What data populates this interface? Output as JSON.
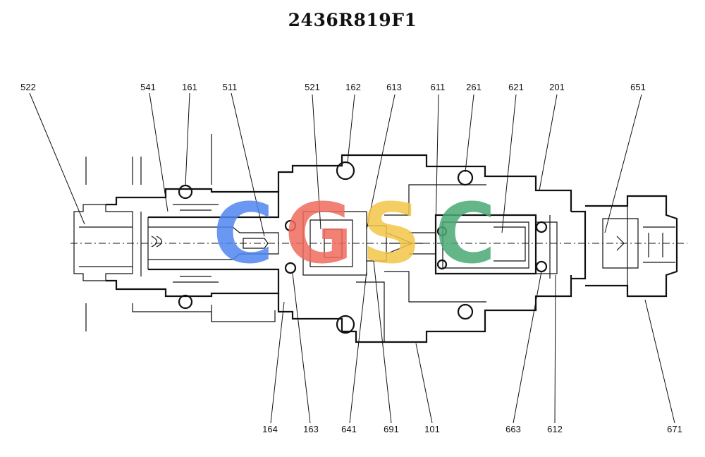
{
  "title": "2436R819F1",
  "watermark": {
    "letters": [
      "C",
      "G",
      "S",
      "C"
    ],
    "colors": [
      "#4f86f0",
      "#ef6a5e",
      "#f3c647",
      "#4aaa74"
    ]
  },
  "labels": {
    "top": [
      "522",
      "541",
      "161",
      "511",
      "521",
      "162",
      "613",
      "611",
      "261",
      "621",
      "201",
      "651"
    ],
    "bottom": [
      "164",
      "163",
      "641",
      "691",
      "101",
      "663",
      "612",
      "671"
    ]
  }
}
